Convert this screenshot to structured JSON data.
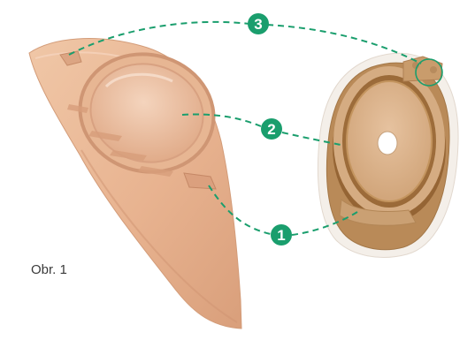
{
  "caption": "Obr. 1",
  "callouts": [
    {
      "label": "3",
      "name": "coupling-tab"
    },
    {
      "label": "2",
      "name": "coupling-ring"
    },
    {
      "label": "1",
      "name": "locking-tab"
    }
  ],
  "colors": {
    "accent": "#1a9e6d",
    "bag": "#e8b896",
    "baseplate_outer": "#c89a6a",
    "baseplate_adhesive": "#a57340"
  },
  "icons": {
    "bag": "ostomy-bag-icon",
    "baseplate": "ostomy-baseplate-icon"
  }
}
